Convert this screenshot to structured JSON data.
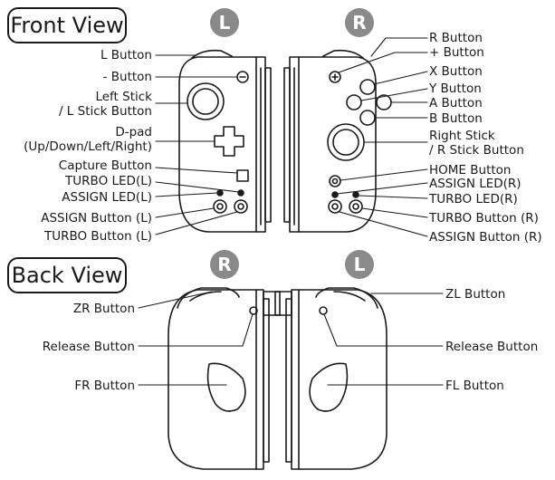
{
  "sections": {
    "front": "Front View",
    "back": "Back View"
  },
  "badges": {
    "front_left": "L",
    "front_right": "R",
    "back_left": "R",
    "back_right": "L"
  },
  "front_left_labels": {
    "l_button": "L Button",
    "minus_button": "- Button",
    "left_stick_1": "Left Stick",
    "left_stick_2": "/ L Stick Button",
    "dpad_1": "D-pad",
    "dpad_2": "(Up/Down/Left/Right)",
    "capture": "Capture Button",
    "turbo_led": "TURBO LED(L)",
    "assign_led": "ASSIGN LED(L)",
    "assign_button": "ASSIGN Button (L)",
    "turbo_button": "TURBO Button (L)"
  },
  "front_right_labels": {
    "r_button": "R Button",
    "plus_button": "+ Button",
    "x_button": "X Button",
    "y_button": "Y Button",
    "a_button": "A Button",
    "b_button": "B Button",
    "right_stick_1": "Right Stick",
    "right_stick_2": "/ R Stick Button",
    "home": "HOME Button",
    "assign_led": "ASSIGN LED(R)",
    "turbo_led": "TURBO LED(R)",
    "turbo_button": "TURBO Button (R)",
    "assign_button": "ASSIGN Button (R)"
  },
  "back_labels": {
    "zr": "ZR Button",
    "release_left": "Release Button",
    "fr": "FR Button",
    "zl": "ZL Button",
    "release_right": "Release Button",
    "fl": "FL Button"
  }
}
